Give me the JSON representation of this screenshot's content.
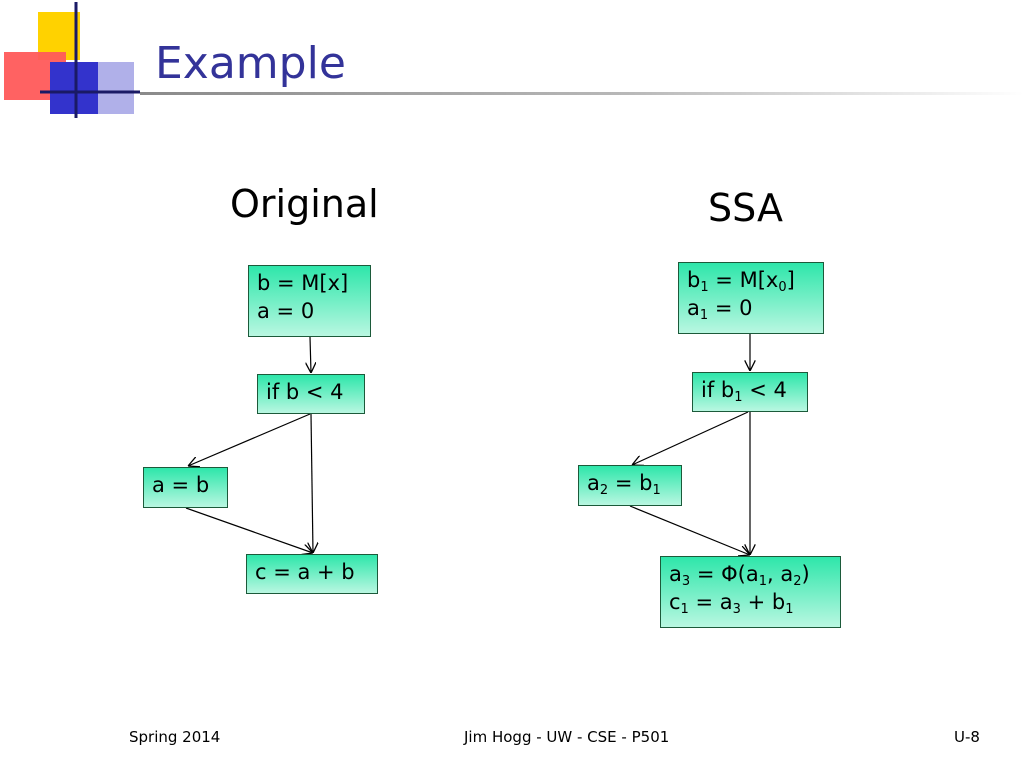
{
  "slide": {
    "title": "Example"
  },
  "columns": {
    "original": "Original",
    "ssa": "SSA"
  },
  "original": {
    "block1": {
      "line1": "b = M[x]",
      "line2": "a = 0"
    },
    "cond": "if b < 4",
    "assign": "a = b",
    "join": "c = a + b"
  },
  "ssa": {
    "block1": {
      "line1": {
        "v": "b",
        "s1": "1",
        "m": " = M[x",
        "s2": "0",
        "e": "]"
      },
      "line2": {
        "v": "a",
        "s1": "1",
        "e": " = 0"
      }
    },
    "cond": {
      "pre": "if b",
      "s1": "1",
      "post": " < 4"
    },
    "assign": {
      "v": "a",
      "s1": "2",
      "m": " = b",
      "s2": "1"
    },
    "join": {
      "line1": {
        "v": "a",
        "s1": "3",
        "m1": " = Φ(a",
        "s2": "1",
        "m2": ", a",
        "s3": "2",
        "e": ")"
      },
      "line2": {
        "v": "c",
        "s1": "1",
        "m1": " = a",
        "s2": "3",
        "m2": " + b",
        "s3": "1"
      }
    }
  },
  "footer": {
    "left": "Spring 2014",
    "center": "Jim Hogg - UW - CSE - P501",
    "right": "U-8"
  },
  "colors": {
    "title": "#333399",
    "node_top": "#2ee6aa",
    "node_bottom": "#b9f7e1",
    "node_border": "#1c5a3a"
  }
}
